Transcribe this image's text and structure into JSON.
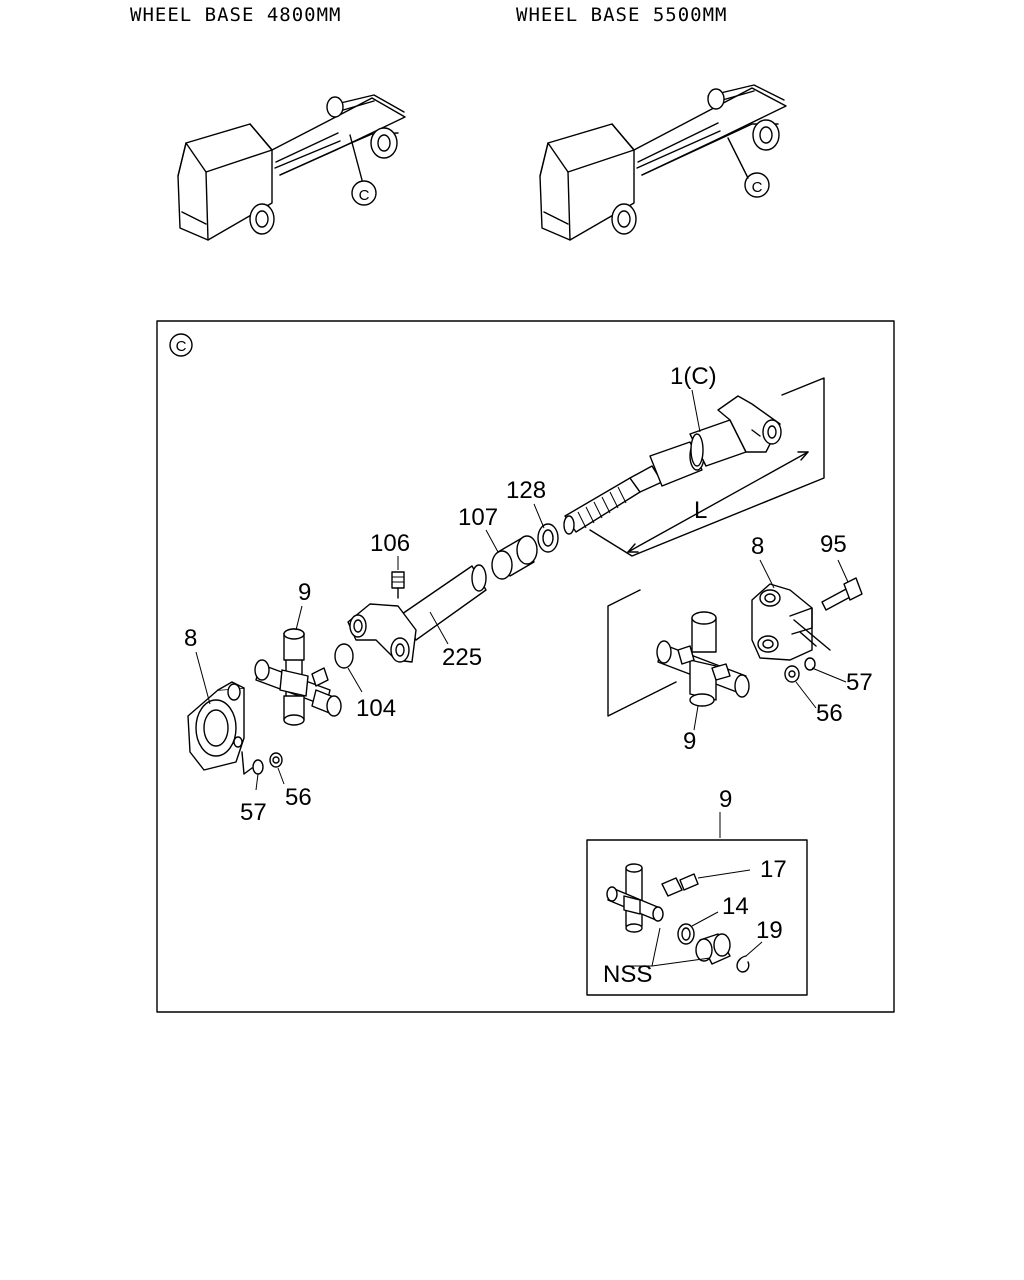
{
  "headers": {
    "left": "WHEEL BASE 4800MM",
    "right": "WHEEL BASE 5500MM"
  },
  "callouts": {
    "truck_left": "C",
    "truck_right": "C",
    "detail": "C"
  },
  "parts": {
    "p1": "1(C)",
    "L": "L",
    "p128": "128",
    "p107": "107",
    "p106": "106",
    "p9_left": "9",
    "p8_left": "8",
    "p225": "225",
    "p104": "104",
    "p57_left": "57",
    "p56_left": "56",
    "p8_right": "8",
    "p95": "95",
    "p57_right": "57",
    "p56_right": "56",
    "p9_right": "9",
    "p9_kit": "9",
    "p17": "17",
    "p14": "14",
    "p19": "19",
    "nss": "NSS"
  }
}
